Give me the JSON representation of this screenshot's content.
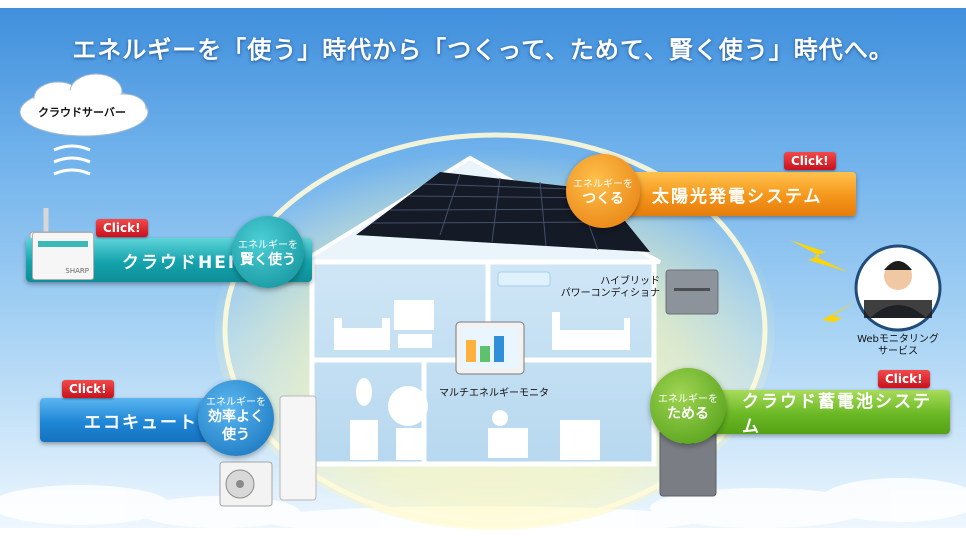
{
  "headline": "エネルギーを「使う」時代から「つくって、ためて、賢く使う」時代へ。",
  "cloud_label": "クラウドサーバー",
  "click_label": "Click!",
  "hems": {
    "title": "クラウドHEMS",
    "circle_small": "エネルギーを",
    "circle_large": "賢く使う",
    "device_text": "SHARP"
  },
  "ecocute": {
    "title": "エコキュート",
    "circle_small": "エネルギーを",
    "circle_large1": "効率よく",
    "circle_large2": "使う"
  },
  "solar": {
    "title": "太陽光発電システム",
    "circle_small": "エネルギーを",
    "circle_large": "つくる"
  },
  "battery": {
    "title": "クラウド蓄電池システム",
    "circle_small": "エネルギーを",
    "circle_large": "ためる"
  },
  "hybrid_label1": "ハイブリッド",
  "hybrid_label2": "パワーコンディショナ",
  "monitor_label": "マルチエネルギーモニタ",
  "web_label1": "Webモニタリング",
  "web_label2": "サービス",
  "colors": {
    "teal": "#14a3ad",
    "orange": "#f5961b",
    "green": "#6ab825",
    "blue": "#1f86d6",
    "click": "#d11a22"
  }
}
